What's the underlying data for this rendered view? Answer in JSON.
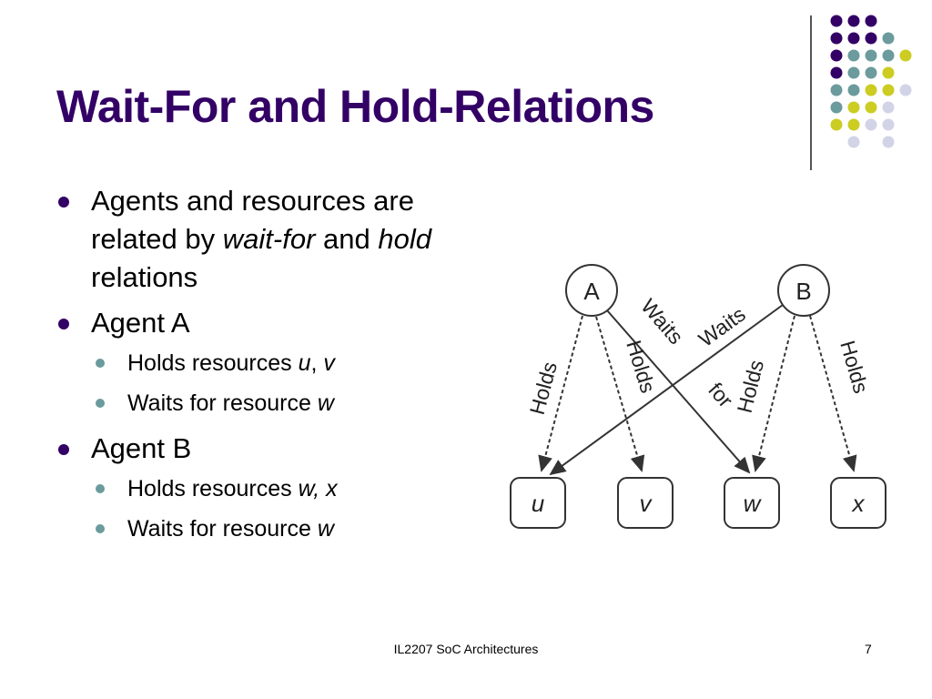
{
  "slide": {
    "title": "Wait-For and Hold-Relations",
    "bullets": {
      "b1_a": "Agents and resources are related by ",
      "b1_wait": "wait-for",
      "b1_and": " and ",
      "b1_hold": "hold",
      "b1_rel": " relations",
      "agentA": "Agent A",
      "a_holds": "Holds resources ",
      "a_u": "u",
      "a_comma": ", ",
      "a_v": "v",
      "a_waits": "Waits for resource ",
      "a_w": "w",
      "agentB": "Agent B",
      "b_holds": "Holds resources ",
      "b_wx": "w, x",
      "b_waits": "Waits for resource ",
      "b_w": "w"
    },
    "footer": "IL2207 SoC Architectures",
    "page_number": "7"
  },
  "diagram": {
    "agents": [
      "A",
      "B"
    ],
    "resources": [
      "u",
      "v",
      "w",
      "x"
    ],
    "edge_labels": {
      "holds": "Holds",
      "waits": "Waits",
      "for": "for"
    }
  },
  "colors": {
    "title": "#330066",
    "dot_purple": "#330066",
    "dot_teal": "#6B9B9C",
    "dot_yellow": "#CCCC22",
    "dot_lavender": "#D3D3E8"
  }
}
